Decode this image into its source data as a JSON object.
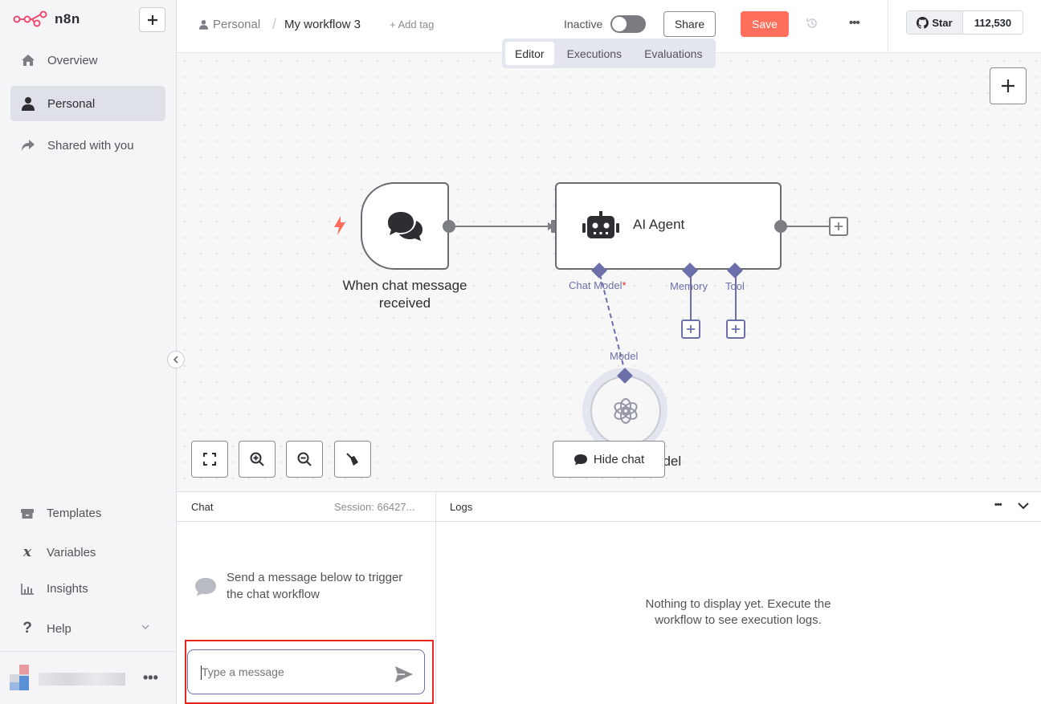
{
  "app": {
    "name": "n8n"
  },
  "sidebar": {
    "nav": [
      {
        "label": "Overview",
        "icon": "home-icon"
      },
      {
        "label": "Personal",
        "icon": "user-icon",
        "active": true
      },
      {
        "label": "Shared with you",
        "icon": "share-icon"
      }
    ],
    "bottom": [
      {
        "label": "Templates",
        "icon": "box-icon"
      },
      {
        "label": "Variables",
        "icon": "variable-icon"
      },
      {
        "label": "Insights",
        "icon": "chart-icon"
      },
      {
        "label": "Help",
        "icon": "question-icon"
      }
    ]
  },
  "header": {
    "breadcrumb_project": "Personal",
    "separator": "/",
    "workflow_name": "My workflow 3",
    "add_tag": "+ Add tag",
    "status_label": "Inactive",
    "share_label": "Share",
    "save_label": "Save",
    "github_star": "Star",
    "github_count": "112,530",
    "tabs": [
      "Editor",
      "Executions",
      "Evaluations"
    ],
    "active_tab": "Editor"
  },
  "canvas": {
    "trigger_node": {
      "label": "When chat message received"
    },
    "agent_node": {
      "label": "AI Agent"
    },
    "ports": {
      "chat_model": "Chat Model",
      "required_mark": "*",
      "memory": "Memory",
      "tool": "Tool",
      "model": "Model"
    },
    "model_node": {
      "label_visible": "odel"
    },
    "hide_chat": "Hide chat"
  },
  "panel": {
    "chat_title": "Chat",
    "session": "Session: 66427...",
    "empty_chat": "Send a message below to trigger the chat workflow",
    "input_placeholder": "Type a message",
    "logs_title": "Logs",
    "logs_empty": "Nothing to display yet. Execute the workflow to see execution logs."
  },
  "colors": {
    "accent": "#ff6f5c",
    "port": "#6c6fa9",
    "highlight": "#e8261c",
    "trigger_icon": "#ff6d5a"
  }
}
